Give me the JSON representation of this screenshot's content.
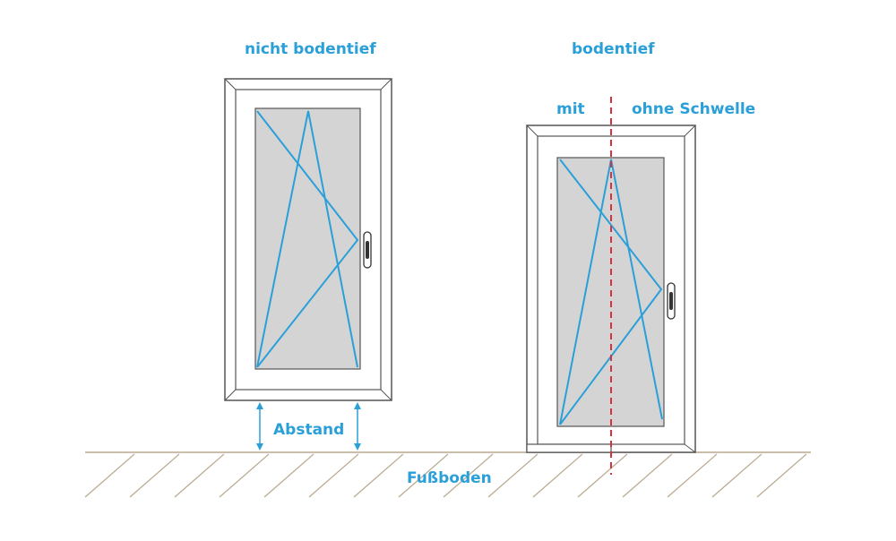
{
  "labels": {
    "nicht_bodentief": "nicht bodentief",
    "bodentief": "bodentief",
    "mit": "mit",
    "ohne_schwelle": "ohne Schwelle",
    "abstand": "Abstand",
    "fussboden": "Fußboden"
  },
  "colors": {
    "accent": "#2a9fd8",
    "frame_stroke": "#555555",
    "glass": "#d4d4d4",
    "floor_hatch": "#b8a98e",
    "divider": "#d6313f"
  }
}
